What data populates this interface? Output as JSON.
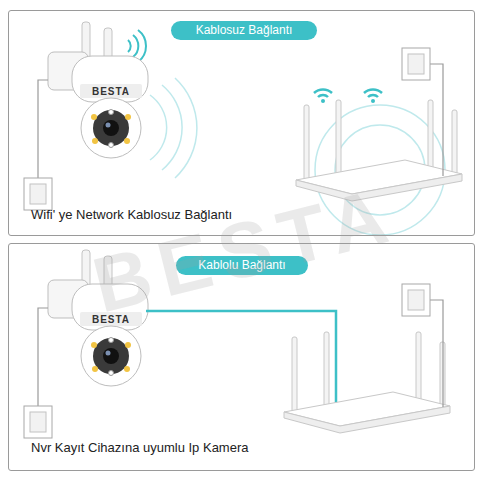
{
  "diagram": {
    "nodes": [
      {
        "text": [
          "Wifi' ye Network Kablosuz Bağlantı"
        ]
      },
      {
        "text": [
          "Kablosuz Bağlantı"
        ],
        "in": 0
      },
      {
        "text": [
          "Nvr Kayıt Cihazına uyumlu Ip Kamera"
        ]
      },
      {
        "text": [
          "Kablolu Bağlantı"
        ],
        "in": 2
      }
    ],
    "labels": [
      "BESTA",
      "BESTA",
      "BESTA"
    ]
  }
}
